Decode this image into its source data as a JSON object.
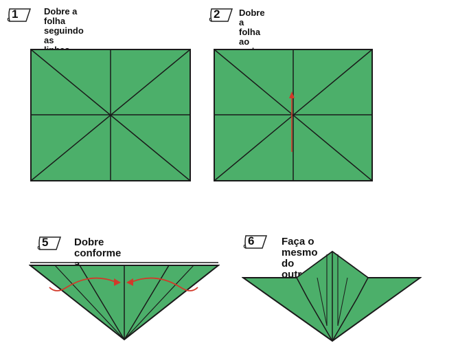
{
  "steps": [
    {
      "number": "1",
      "text": "Dobre a folha seguindo as\nlinhas pontilhadas apenas\npara marcar"
    },
    {
      "number": "2",
      "text": "Dobre a folha ao meio"
    },
    {
      "number": "5",
      "text": "Dobre conforme a\nindicação"
    },
    {
      "number": "6",
      "text": "Faça o mesmo do outro lado"
    }
  ],
  "colors": {
    "paper": "#4caf6a",
    "line": "#1a1a1a",
    "arrow": "#d23a2a"
  }
}
